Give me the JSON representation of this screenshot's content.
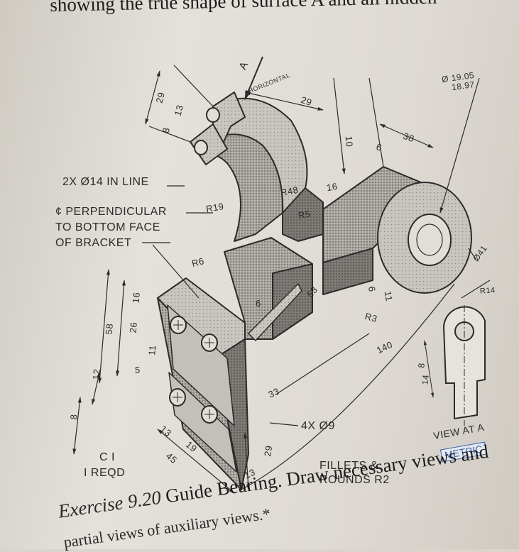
{
  "page": {
    "heading": "showing the true shape of surface A and all hidden",
    "caption_lead": "Exercise 9.20",
    "caption_title": " Guide Bearing. Draw necessary views and",
    "caption_line2": "partial views of auxiliary views.*"
  },
  "drawing": {
    "notes": {
      "holes": "2X Ø14 IN LINE",
      "perp_line1": "¢ PERPENDICULAR",
      "perp_line2": "TO BOTTOM FACE",
      "perp_line3": "OF BRACKET",
      "material_line1": "C I",
      "material_line2": "I REQD",
      "base_holes": "4X Ø9",
      "fillets_line1": "FILLETS &",
      "fillets_line2": "ROUNDS R2",
      "view_at_a": "VIEW AT A",
      "metric": "METRIC",
      "view_a_label": "A",
      "horizontal": "HORIZONTAL"
    },
    "dimensions": {
      "d29_top": "29",
      "d13_top": "13",
      "d8_top": "8",
      "d29_horiz": "29",
      "d10": "10",
      "d6_boss": "6",
      "d38": "38",
      "bore_max": "Ø 19.05",
      "bore_min": "18.97",
      "r19": "R19",
      "r48": "R48",
      "r5": "R5",
      "d16_right": "16",
      "r6": "R6",
      "d6_web": "6",
      "d53": "53",
      "d6_mid": "6",
      "d11": "11",
      "r3": "R3",
      "d41": "Ø41",
      "r14": "R14",
      "d140": "140",
      "d58": "58",
      "d16_left": "16",
      "d26": "26",
      "d11_left": "11",
      "d5": "5",
      "d12": "12",
      "d8_left": "8",
      "d33": "33",
      "d13_bottom": "13",
      "d19_bottom": "19",
      "d45": "45",
      "d29_bottom": "29",
      "d13_corner": "13",
      "d8_view": "8",
      "d14_view": "14"
    },
    "colors": {
      "ink": "#2b2b2b",
      "paper": "#e1ded8",
      "shade": "#8a8782",
      "badge": "#3b63a8"
    }
  }
}
